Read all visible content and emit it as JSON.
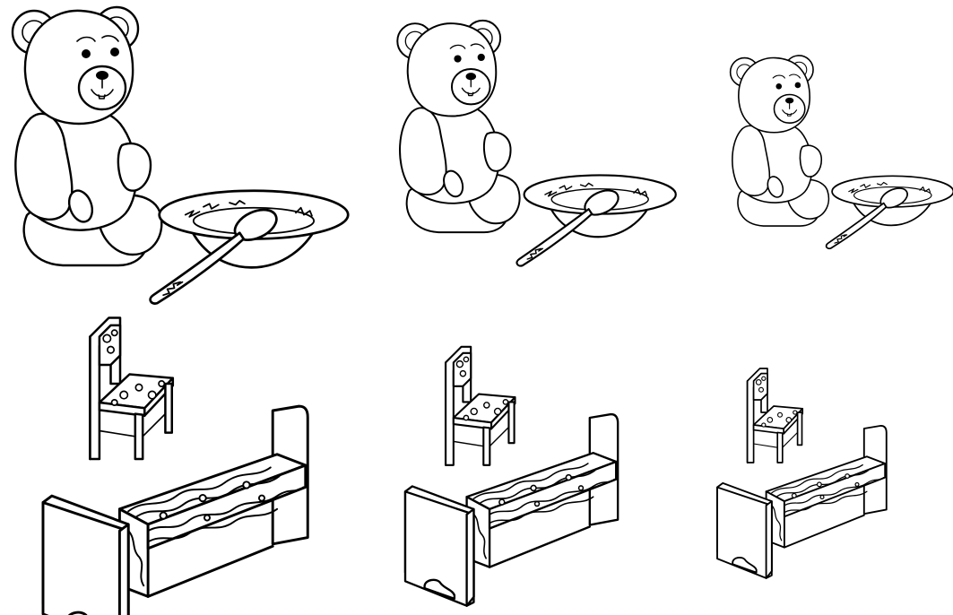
{
  "scene": {
    "sets": [
      {
        "id": "large"
      },
      {
        "id": "medium"
      },
      {
        "id": "small"
      }
    ],
    "icons": {
      "bear": "teddy-bear-icon",
      "bowl": "bowl-icon",
      "spoon": "spoon-icon",
      "chair": "chair-icon",
      "bed": "bed-icon"
    },
    "colors": {
      "ink": "#000000",
      "paper": "#ffffff"
    }
  }
}
